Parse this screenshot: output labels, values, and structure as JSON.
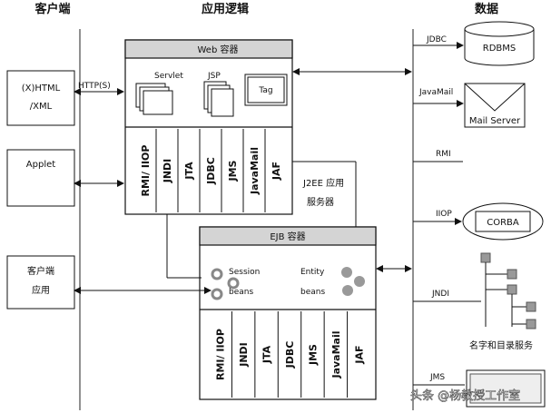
{
  "headers": {
    "client": "客户端",
    "logic": "应用逻辑",
    "data": "数据"
  },
  "clients": {
    "html": [
      "(X)HTML",
      "/XML"
    ],
    "applet": "Applet",
    "app": [
      "客户端",
      "应用"
    ]
  },
  "web_container": {
    "title": "Web 容器",
    "servlet": "Servlet",
    "jsp": "JSP",
    "tag": "Tag",
    "apis": [
      "RMI/ IIOP",
      "JNDI",
      "JTA",
      "JDBC",
      "JMS",
      "JavaMail",
      "JAF"
    ]
  },
  "http_label": "HTTP(S)",
  "j2ee_server": [
    "J2EE 应用",
    "服务器"
  ],
  "ejb_container": {
    "title": "EJB 容器",
    "session": [
      "Session",
      "beans"
    ],
    "entity": [
      "Entity",
      "beans"
    ],
    "apis": [
      "RMI/ IIOP",
      "JNDI",
      "JTA",
      "JDBC",
      "JMS",
      "JavaMail",
      "JAF"
    ]
  },
  "connections": {
    "jdbc": "JDBC",
    "javamail": "JavaMail",
    "rmi": "RMI",
    "iiop": "IIOP",
    "jndi": "JNDI",
    "jms": "JMS"
  },
  "data_targets": {
    "rdbms": "RDBMS",
    "mail_server": "Mail Server",
    "corba": "CORBA",
    "naming": "名字和目录服务"
  },
  "watermark": "头条 @杨教授工作室"
}
